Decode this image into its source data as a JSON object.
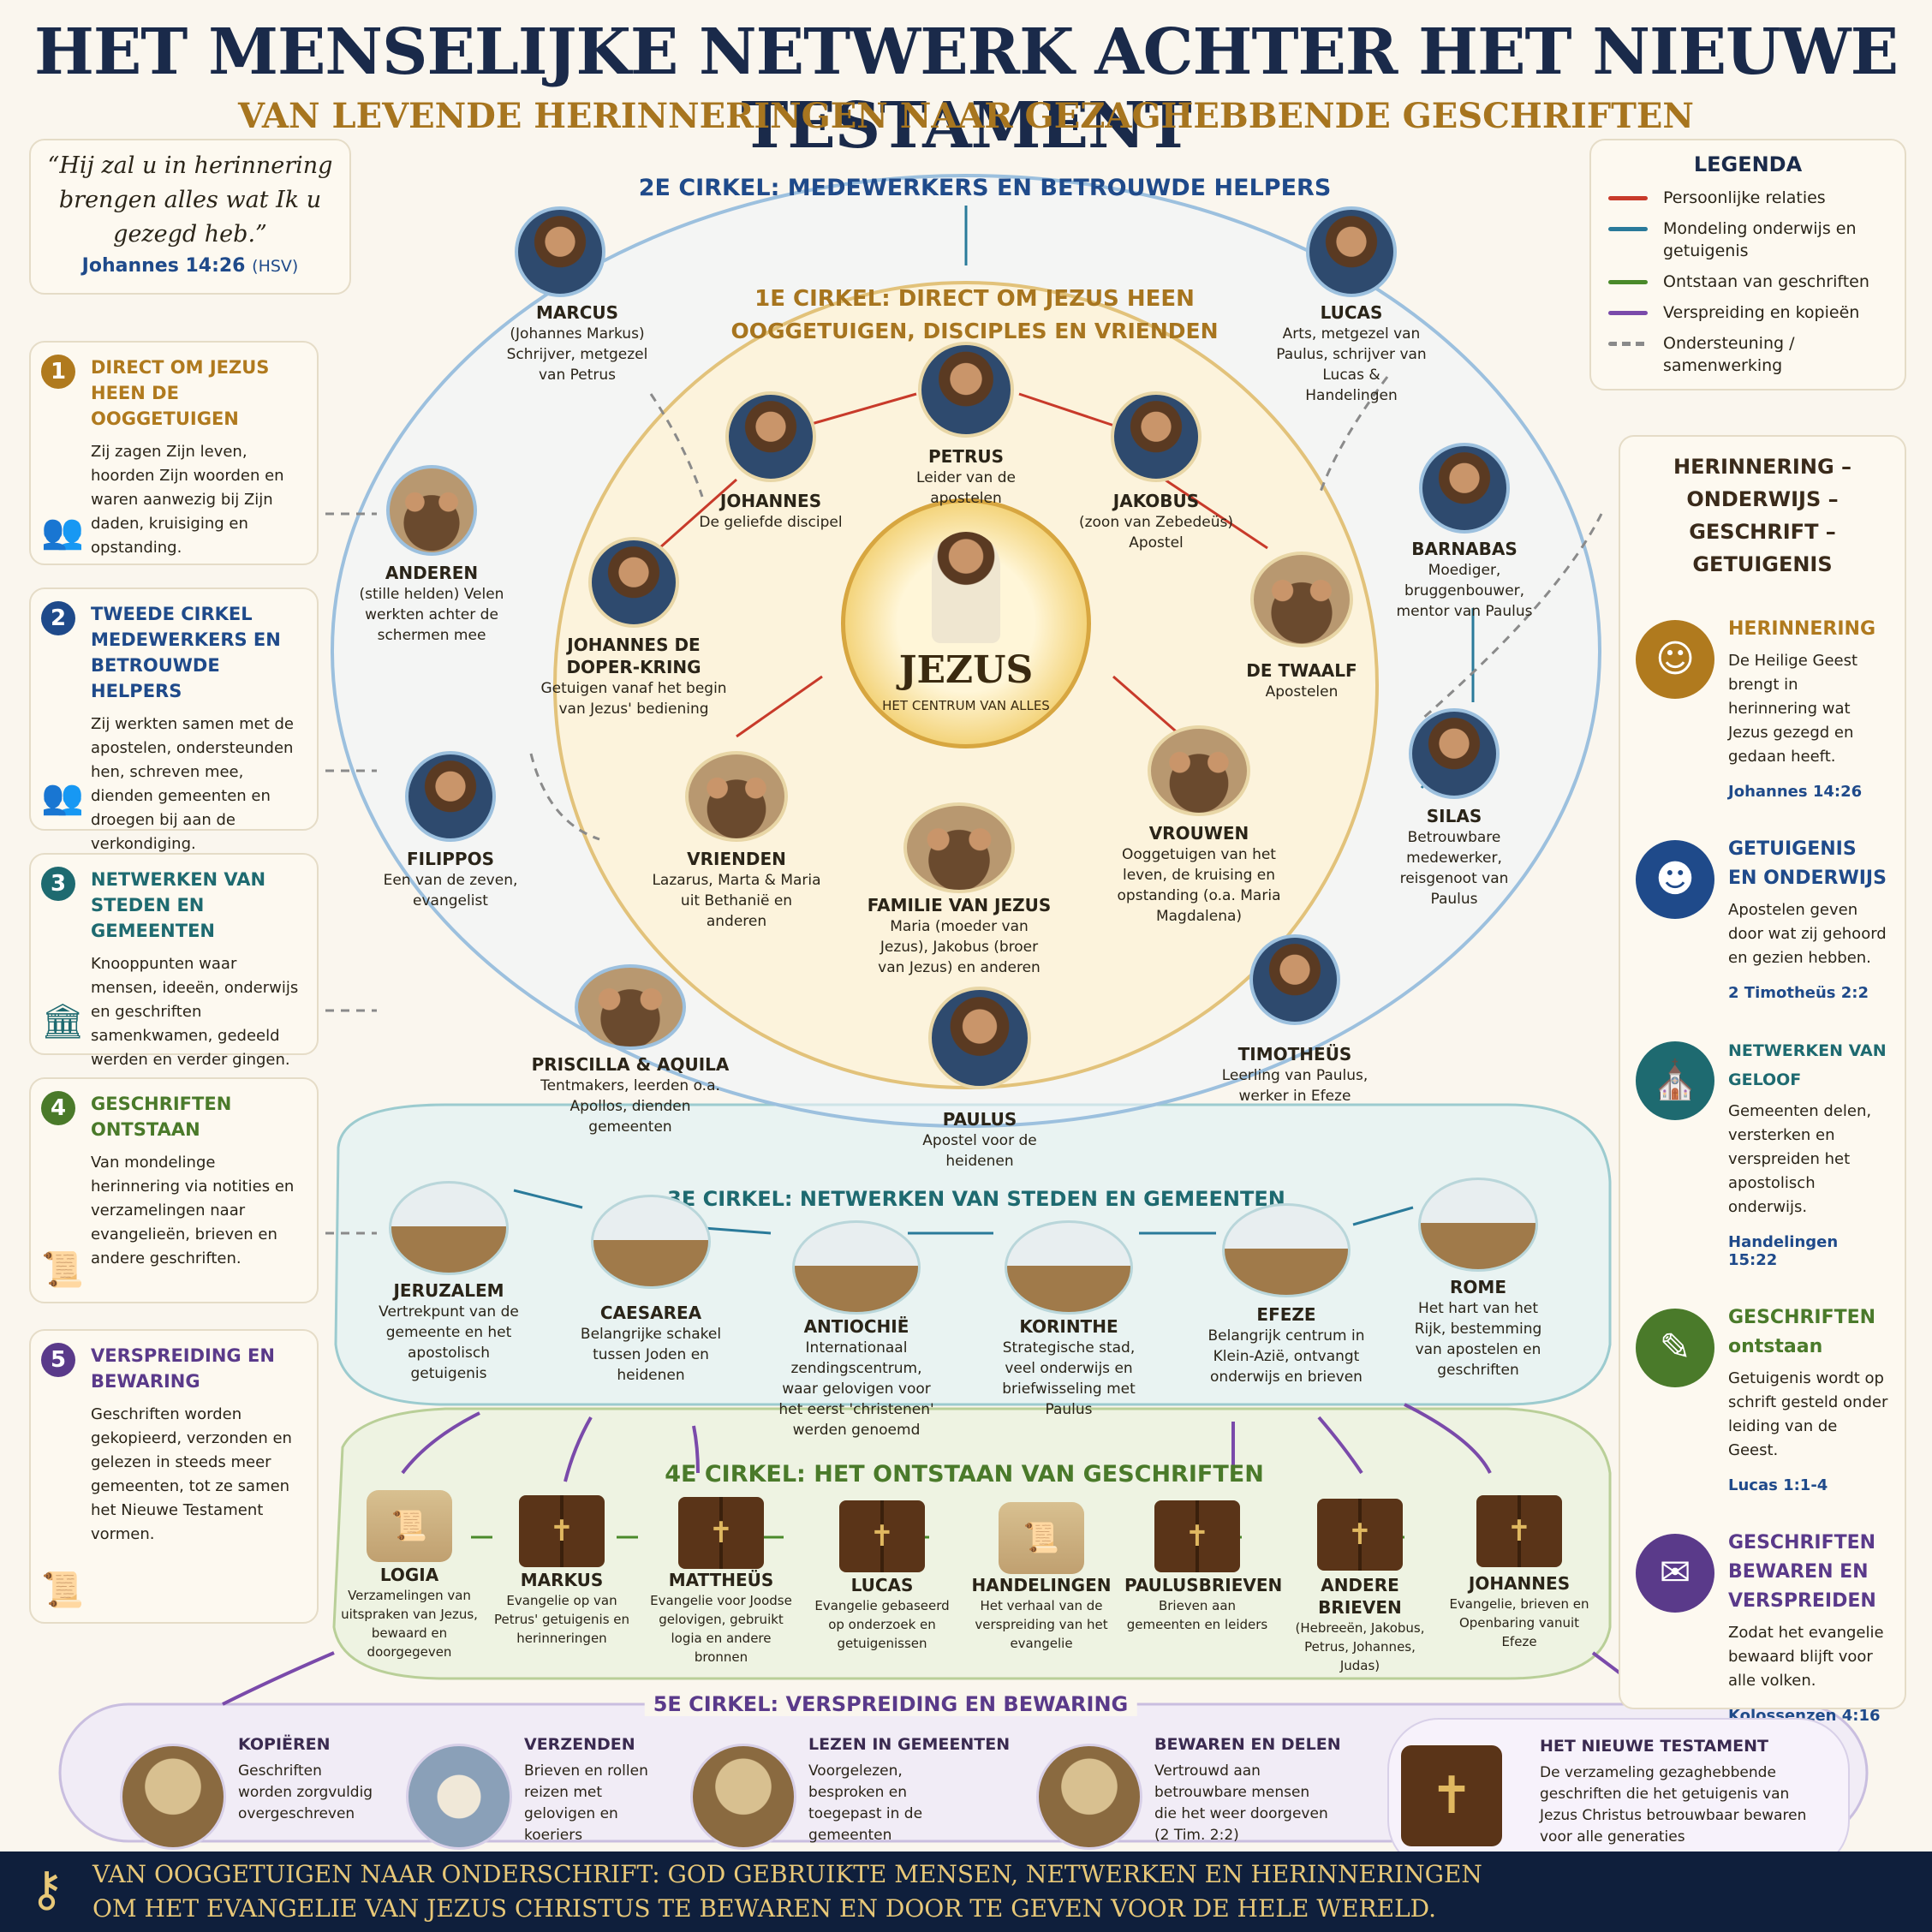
{
  "title": "HET MENSELIJKE NETWERK ACHTER HET NIEUWE TESTAMENT",
  "subtitle": "VAN LEVENDE HERINNERINGEN NAAR GEZAGHEBBENDE GESCHRIFTEN",
  "quote": {
    "line1": "“Hij zal u in herinnering",
    "line2": "brengen alles wat Ik u",
    "line3": "gezegd heb.”",
    "ref": "Johannes 14:26",
    "version": "(HSV)"
  },
  "steps": [
    {
      "num": "1",
      "title": "DIRECT OM JEZUS HEEN DE OOGGETUIGEN",
      "text": "Zij zagen Zijn leven, hoorden Zijn woorden en waren aanwezig bij Zijn daden, kruisiging en opstanding.",
      "color": "#b07a1e",
      "icon": "people-icon"
    },
    {
      "num": "2",
      "title": "TWEEDE CIRKEL MEDEWERKERS EN BETROUWDE HELPERS",
      "text": "Zij werkten samen met de apostelen, ondersteunden hen, schreven mee, dienden gemeenten en droegen bij aan de verkondiging.",
      "color": "#1f4a8a",
      "icon": "helpers-icon"
    },
    {
      "num": "3",
      "title": "NETWERKEN VAN STEDEN EN GEMEENTEN",
      "text": "Knooppunten waar mensen, ideeën, onderwijs en geschriften samenkwamen, gedeeld werden en verder gingen.",
      "color": "#1e6a70",
      "icon": "temple-icon"
    },
    {
      "num": "4",
      "title": "GESCHRIFTEN ONTSTAAN",
      "text": "Van mondelinge herinnering via notities en verzamelingen naar evangelieën, brieven en andere geschriften.",
      "color": "#4a7a2a",
      "icon": "scroll-icon"
    },
    {
      "num": "5",
      "title": "VERSPREIDING EN BEWARING",
      "text": "Geschriften worden gekopieerd, verzonden en gelezen in steeds meer gemeenten, tot ze samen het Nieuwe Testament vormen.",
      "color": "#5a3a8a",
      "icon": "scrolls-icon"
    }
  ],
  "legend": {
    "title": "LEGENDA",
    "items": [
      {
        "label": "Persoonlijke relaties",
        "color": "#c83a2a"
      },
      {
        "label": "Mondeling onderwijs en getuigenis",
        "color": "#2a7a9a"
      },
      {
        "label": "Ontstaan van geschriften",
        "color": "#4a8a2a"
      },
      {
        "label": "Verspreiding en kopieën",
        "color": "#7a4aaa"
      },
      {
        "label": "Ondersteuning / samenwerking",
        "color": "#8a8a8a"
      }
    ]
  },
  "right": {
    "title": "HERINNERING – ONDERWIJS – GESCHRIFT – GETUIGENIS",
    "items": [
      {
        "title": "HERINNERING",
        "text": "De Heilige Geest brengt in herinnering wat Jezus gezegd en gedaan heeft.",
        "ref": "Johannes 14:26",
        "color": "#b07a1e",
        "icon": "head-icon",
        "glyph": "☺"
      },
      {
        "title": "GETUIGENIS EN ONDERWIJS",
        "text": "Apostelen geven door wat zij gehoord en gezien hebben.",
        "ref": "2 Timotheüs 2:2",
        "color": "#1f4a8a",
        "icon": "speaking-icon",
        "glyph": "☻"
      },
      {
        "title": "NETWERKEN VAN GELOOF",
        "text": "Gemeenten delen, versterken en verspreiden het apostolisch onderwijs.",
        "ref": "Handelingen 15:22",
        "color": "#1e6a70",
        "icon": "church-icon",
        "glyph": "⛪"
      },
      {
        "title": "GESCHRIFTEN ontstaan",
        "text": "Getuigenis wordt op schrift gesteld onder leiding van de Geest.",
        "ref": "Lucas 1:1-4",
        "color": "#4a7a2a",
        "icon": "scroll-icon",
        "glyph": "✎"
      },
      {
        "title": "GESCHRIFTEN BEWAREN EN VERSPREIDEN",
        "text": "Zodat het evangelie bewaard blijft voor alle volken.",
        "ref": "Kolossenzen 4:16",
        "color": "#5a3a8a",
        "icon": "open-book-icon",
        "glyph": "✉"
      }
    ]
  },
  "rings": {
    "c2": "2E CIRKEL: MEDEWERKERS EN BETROUWDE HELPERS",
    "c1a": "1E CIRKEL: DIRECT OM JEZUS HEEN",
    "c1b": "OOGGETUIGEN, DISCIPLES EN VRIENDEN",
    "c3": "3E CIRKEL: NETWERKEN VAN STEDEN EN GEMEENTEN",
    "c4": "4E CIRKEL: HET ONTSTAAN VAN GESCHRIFTEN",
    "c5": "5E CIRKEL: VERSPREIDING EN BEWARING"
  },
  "jesus": {
    "name": "JEZUS",
    "sub": "HET CENTRUM VAN ALLES"
  },
  "inner": [
    {
      "name": "PETRUS",
      "desc": "Leider van de apostelen"
    },
    {
      "name": "JOHANNES",
      "desc": "De geliefde discipel"
    },
    {
      "name": "JAKOBUS",
      "desc": "(zoon van Zebedeüs) Apostel"
    },
    {
      "name": "JOHANNES DE DOPER-KRING",
      "desc": "Getuigen vanaf het begin van Jezus' bediening"
    },
    {
      "name": "DE TWAALF",
      "desc": "Apostelen"
    },
    {
      "name": "VRIENDEN",
      "desc": "Lazarus, Marta & Maria uit Bethanië en anderen"
    },
    {
      "name": "FAMILIE VAN JEZUS",
      "desc": "Maria (moeder van Jezus), Jakobus (broer van Jezus) en anderen"
    },
    {
      "name": "VROUWEN",
      "desc": "Ooggetuigen van het leven, de kruising en opstanding (o.a. Maria Magdalena)"
    }
  ],
  "outer": [
    {
      "name": "MARCUS",
      "desc": "(Johannes Markus) Schrijver, metgezel van Petrus"
    },
    {
      "name": "LUCAS",
      "desc": "Arts, metgezel van Paulus, schrijver van Lucas & Handelingen"
    },
    {
      "name": "ANDEREN",
      "desc": "(stille helden) Velen werkten achter de schermen mee"
    },
    {
      "name": "BARNABAS",
      "desc": "Moediger, bruggenbouwer, mentor van Paulus"
    },
    {
      "name": "FILIPPOS",
      "desc": "Een van de zeven, evangelist"
    },
    {
      "name": "SILAS",
      "desc": "Betrouwbare medewerker, reisgenoot van Paulus"
    },
    {
      "name": "PRISCILLA & AQUILA",
      "desc": "Tentmakers, leerden o.a. Apollos, dienden gemeenten"
    },
    {
      "name": "TIMOTHEÜS",
      "desc": "Leerling van Paulus, werker in Efeze"
    },
    {
      "name": "PAULUS",
      "desc": "Apostel voor de heidenen"
    }
  ],
  "cities": [
    {
      "name": "JERUZALEM",
      "desc": "Vertrekpunt van de gemeente en het apostolisch getuigenis"
    },
    {
      "name": "CAESAREA",
      "desc": "Belangrijke schakel tussen Joden en heidenen"
    },
    {
      "name": "ANTIOCHIË",
      "desc": "Internationaal zendingscentrum, waar gelovigen voor het eerst 'christenen' werden genoemd"
    },
    {
      "name": "KORINTHE",
      "desc": "Strategische stad, veel onderwijs en briefwisseling met Paulus"
    },
    {
      "name": "EFEZE",
      "desc": "Belangrijk centrum in Klein-Azië, ontvangt onderwijs en brieven"
    },
    {
      "name": "ROME",
      "desc": "Het hart van het Rijk, bestemming van apostelen en geschriften"
    }
  ],
  "writings": [
    {
      "name": "LOGIA",
      "desc": "Verzamelingen van uitspraken van Jezus, bewaard en doorgegeven",
      "glyph": "📜"
    },
    {
      "name": "MARKUS",
      "desc": "Evangelie op van Petrus' getuigenis en herinneringen",
      "glyph": "✝"
    },
    {
      "name": "MATTHEÜS",
      "desc": "Evangelie voor Joodse gelovigen, gebruikt logia en andere bronnen",
      "glyph": "✝"
    },
    {
      "name": "LUCAS",
      "desc": "Evangelie gebaseerd op onderzoek en getuigenissen",
      "glyph": "✝"
    },
    {
      "name": "HANDELINGEN",
      "desc": "Het verhaal van de verspreiding van het evangelie",
      "glyph": "📜"
    },
    {
      "name": "PAULUSBRIEVEN",
      "desc": "Brieven aan gemeenten en leiders",
      "glyph": "✝"
    },
    {
      "name": "ANDERE BRIEVEN",
      "desc": "(Hebreeën, Jakobus, Petrus, Johannes, Judas)",
      "glyph": "✝"
    },
    {
      "name": "JOHANNES",
      "desc": "Evangelie, brieven en Openbaring vanuit Efeze",
      "glyph": "✝"
    }
  ],
  "spread": [
    {
      "name": "KOPIËREN",
      "desc": "Geschriften worden zorgvuldig overgeschreven"
    },
    {
      "name": "VERZENDEN",
      "desc": "Brieven en rollen reizen met gelovigen en koeriers"
    },
    {
      "name": "LEZEN IN GEMEENTEN",
      "desc": "Voorgelezen, besproken en toegepast in de gemeenten"
    },
    {
      "name": "BEWAREN EN DELEN",
      "desc": "Vertrouwd aan betrouwbare mensen die het weer doorgeven (2 Tim. 2:2)"
    },
    {
      "name": "HET NIEUWE TESTAMENT",
      "desc": "De verzameling gezaghebbende geschriften die het getuigenis van Jezus Christus betrouwbaar bewaren voor alle generaties"
    }
  ],
  "footer": {
    "line1": "VAN OOGGETUIGEN NAAR ONDERSCHRIFT:  GOD GEBRUIKTE MENSEN, NETWERKEN EN HERINNERINGEN",
    "line2": "OM HET EVANGELIE VAN JEZUS CHRISTUS TE BEWAREN EN DOOR TE GEVEN VOOR DE HELE WERELD."
  }
}
